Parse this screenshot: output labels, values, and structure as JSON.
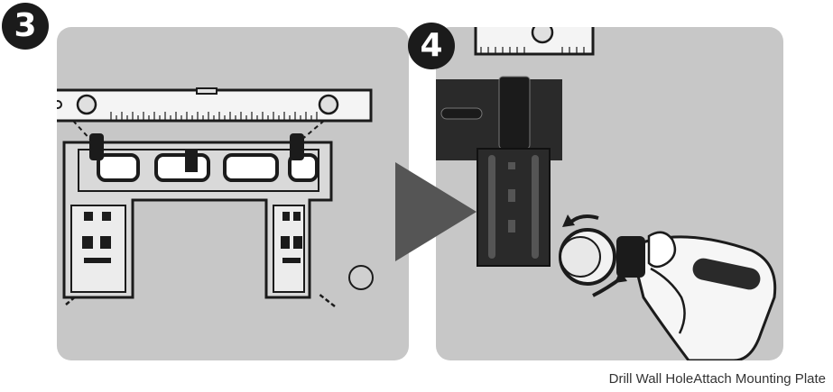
{
  "steps": [
    {
      "number": "3"
    },
    {
      "number": "4"
    }
  ],
  "caption": "Drill Wall HoleAttach Mounting Plate",
  "icons": [
    "spirit-level-icon",
    "mounting-plate-icon",
    "arrow-right-icon",
    "power-drill-icon",
    "rotation-arrow-icon"
  ],
  "colors": {
    "panel_bg": "#c7c7c7",
    "ink": "#1b1b1b",
    "plate_dark": "#2a2a2a",
    "level_body": "#f2f2f2",
    "arrow": "#555555"
  }
}
